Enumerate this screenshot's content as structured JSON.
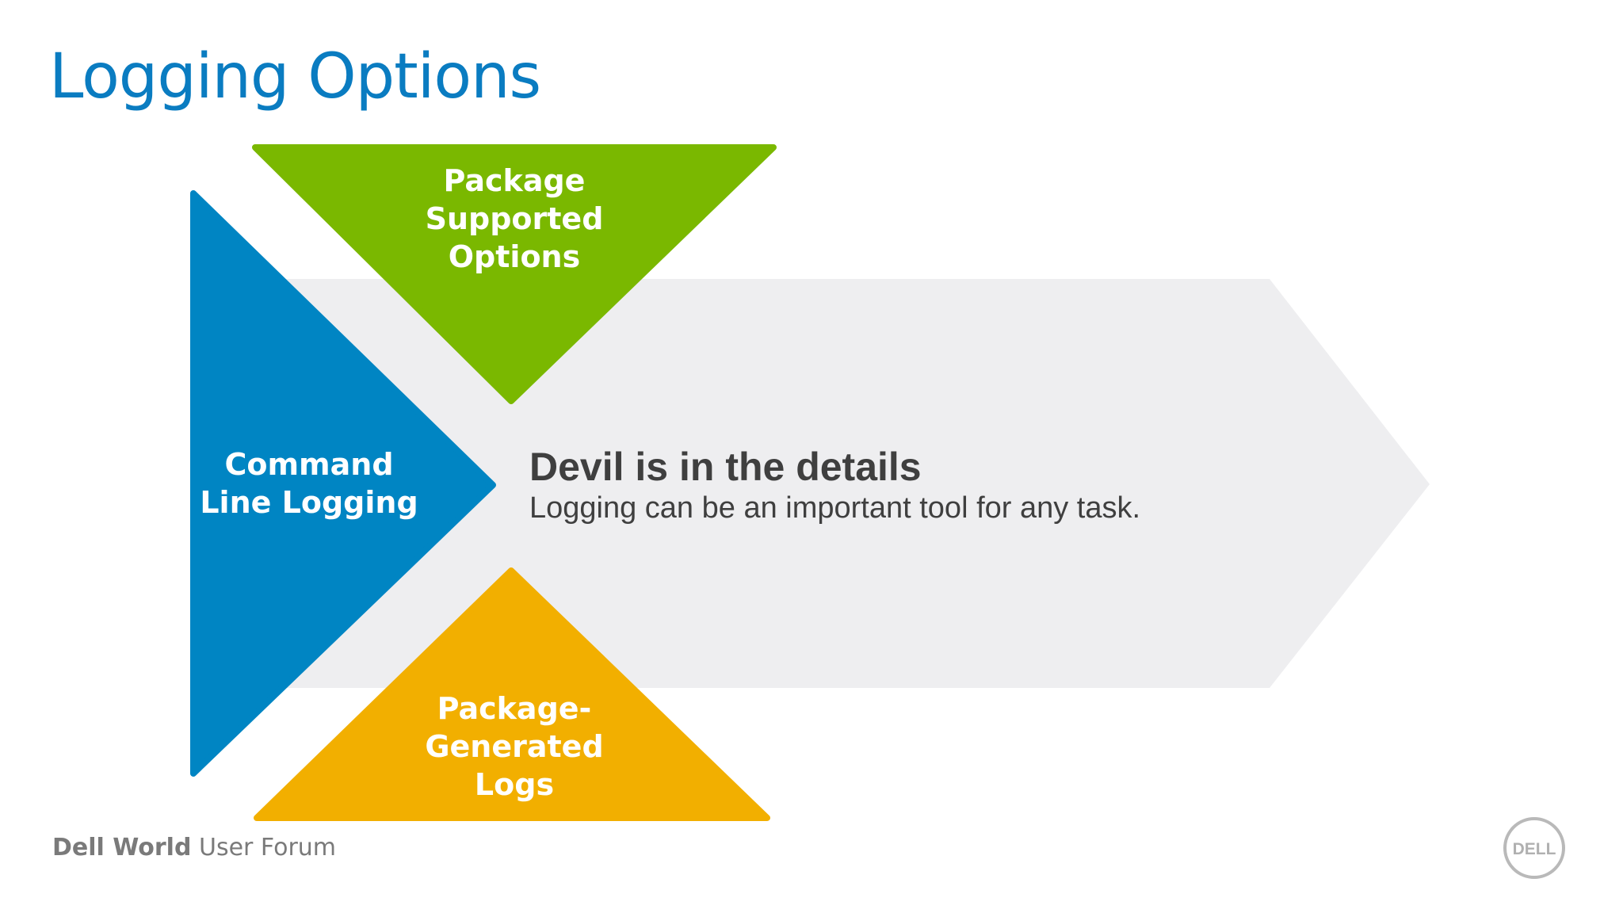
{
  "slide": {
    "title": "Logging Options",
    "shapes": {
      "top": {
        "label_lines": [
          "Package",
          "Supported",
          "Options"
        ],
        "color": "#7ab800"
      },
      "left": {
        "label_lines": [
          "Command",
          "Line Logging"
        ],
        "color": "#0085c3"
      },
      "bottom": {
        "label_lines": [
          "Package-",
          "Generated",
          "Logs"
        ],
        "color": "#f2af00"
      },
      "arrow": {
        "color": "#eeeef0"
      }
    },
    "detail": {
      "heading": "Devil is in the details",
      "body": "Logging can be an important tool for any task."
    },
    "footer": {
      "brand": "Dell World",
      "subtitle": "User Forum"
    },
    "logo": {
      "text": "DELL",
      "icon": "dell-logo-icon"
    }
  }
}
